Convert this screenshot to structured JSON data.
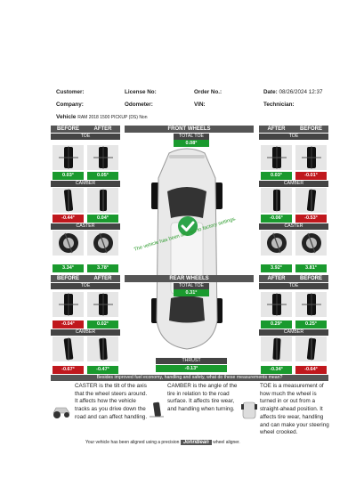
{
  "header": {
    "customer_label": "Customer:",
    "license_label": "License No:",
    "order_label": "Order No.:",
    "date_label": "Date:",
    "date_value": "08/26/2024 12:37",
    "company_label": "Company:",
    "odometer_label": "Odometer:",
    "vin_label": "VIN:",
    "technician_label": "Technician:"
  },
  "vehicle": {
    "label": "Vehicle",
    "value": "RAM 2018 1500 PICKUP (DS) Non"
  },
  "front": {
    "before_left": "BEFORE",
    "after_left": "AFTER",
    "title": "FRONT WHEELS",
    "after_right": "AFTER",
    "before_right": "BEFORE",
    "toe_label": "TOE",
    "total_toe_label": "TOTAL TOE",
    "total_toe_value": "0.08°",
    "camber_label": "CAMBER",
    "caster_label": "CASTER",
    "left": {
      "toe_before": "0.03°",
      "toe_after": "0.05°",
      "camber_before": "-0.44°",
      "camber_after": "0.04°",
      "caster_before": "3.34°",
      "caster_after": "3.78°"
    },
    "right": {
      "toe_after": "0.03°",
      "toe_before": "-0.01°",
      "camber_after": "-0.06°",
      "camber_before": "-0.53°",
      "caster_after": "3.92°",
      "caster_before": "3.81°"
    }
  },
  "rear": {
    "before_left": "BEFORE",
    "after_left": "AFTER",
    "title": "REAR WHEELS",
    "after_right": "AFTER",
    "before_right": "BEFORE",
    "toe_label": "TOE",
    "total_toe_label": "TOTAL TOE",
    "total_toe_value": "0.31°",
    "camber_label": "CAMBER",
    "thrust_label": "THRUST",
    "thrust_value": "-0.13°",
    "left": {
      "toe_before": "-0.04°",
      "toe_after": "0.02°",
      "camber_before": "-0.67°",
      "camber_after": "-0.47°"
    },
    "right": {
      "toe_after": "0.29°",
      "toe_before": "0.25°",
      "camber_after": "-0.34°",
      "camber_before": "-0.64°"
    }
  },
  "aligned_message": "The vehicle has been aligned to factory settings.",
  "besides_text": "Besides improved fuel economy, handling and safety, what do these measurements mean?",
  "explanations": {
    "caster": "CASTER is the tilt of the axis that the wheel steers around. It affects how the vehicle tracks as you drive down the road and can affect handling.",
    "camber": "CAMBER is the angle of the tire in relation to the road surface. It affects tire wear, and handling when turning.",
    "toe": "TOE is a measurement of how much the wheel is turned in or out from a straight-ahead position. It affects tire wear, handling and can make your steering wheel crooked."
  },
  "footer": {
    "prefix": "Your vehicle has been aligned using a precision",
    "brand": "JohnBean",
    "suffix": "wheel aligner."
  },
  "colors": {
    "good": "#1a9a2e",
    "bad": "#c0181d",
    "header_bar": "#555555"
  }
}
